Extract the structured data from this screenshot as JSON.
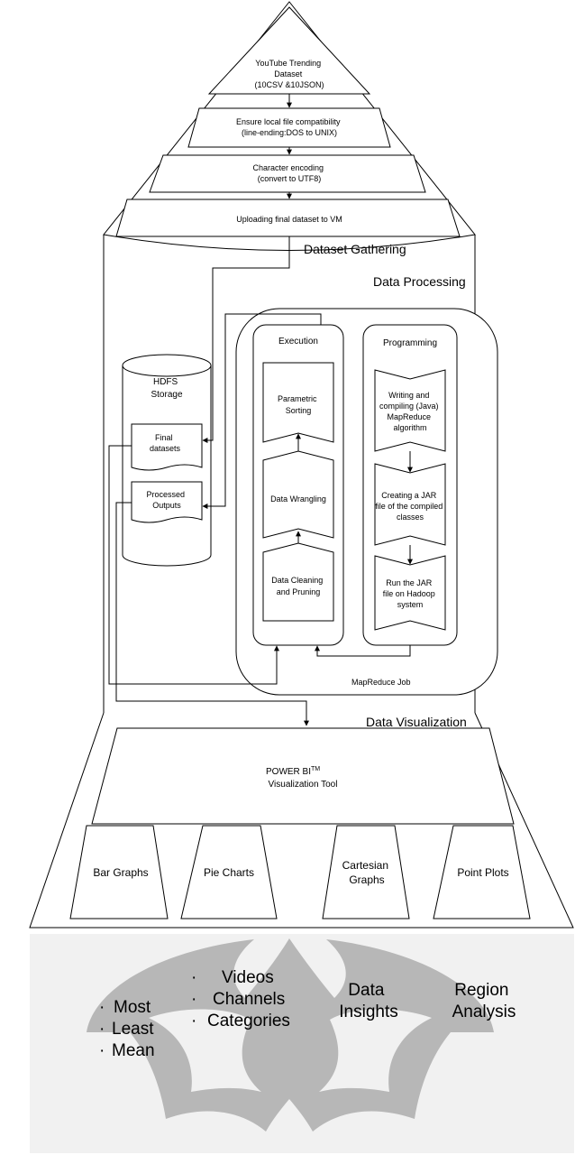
{
  "gathering": {
    "steps": [
      [
        "YouTube Trending",
        "Dataset",
        "(10CSV &10JSON)"
      ],
      [
        "Ensure local file compatibility",
        "(line-ending:DOS to UNIX)"
      ],
      [
        "Character encoding",
        "(convert to UTF8)"
      ],
      [
        "Uploading final dataset to VM"
      ]
    ],
    "label": "Dataset Gathering"
  },
  "processing": {
    "label": "Data Processing",
    "hdfs": {
      "title": [
        "HDFS",
        "Storage"
      ],
      "final": [
        "Final",
        "datasets"
      ],
      "processed": [
        "Processed",
        "Outputs"
      ]
    },
    "execution": {
      "title": "Execution",
      "steps": [
        [
          "Parametric",
          "Sorting"
        ],
        [
          "Data Wrangling"
        ],
        [
          "Data Cleaning",
          "and Pruning"
        ]
      ]
    },
    "programming": {
      "title": "Programming",
      "steps": [
        [
          "Writing and",
          "compiling (Java)",
          "MapReduce",
          "algorithm"
        ],
        [
          "Creating a JAR",
          "file of the compiled",
          "classes"
        ],
        [
          "Run the JAR",
          "file on Hadoop",
          "system"
        ]
      ]
    },
    "mapreduce_label": "MapReduce Job"
  },
  "visualization": {
    "label": "Data Visualization",
    "tool": {
      "line1": "POWER BI",
      "tm": "TM",
      "line2": "Visualization Tool"
    },
    "charts": [
      [
        "Bar Graphs"
      ],
      [
        "Pie Charts"
      ],
      [
        "Cartesian",
        "Graphs"
      ],
      [
        "Point Plots"
      ]
    ]
  },
  "insights": {
    "stats": [
      "Most",
      "Least",
      "Mean"
    ],
    "entities": [
      "Videos",
      "Channels",
      "Categories"
    ],
    "data_insights": [
      "Data",
      "Insights"
    ],
    "region": [
      "Region",
      "Analysis"
    ]
  },
  "colors": {
    "watermark": "#b7b7b7",
    "bottom_panel": "#f1f1f1"
  }
}
